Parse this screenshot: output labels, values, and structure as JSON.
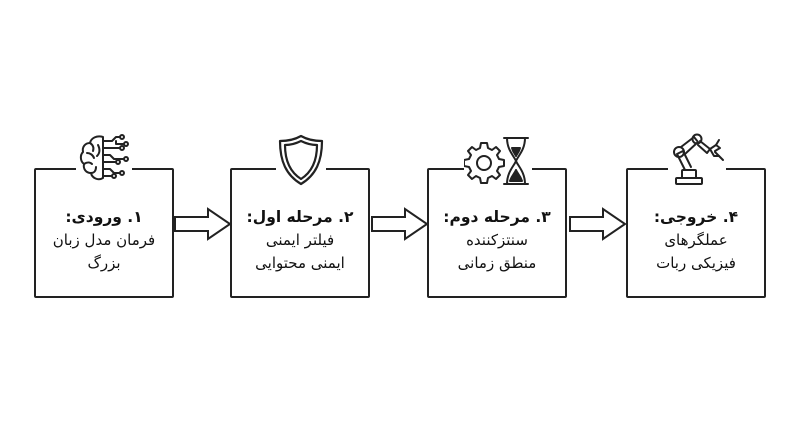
{
  "steps": [
    {
      "title": "۱. ورودی:",
      "lines": [
        "فرمان مدل زبان",
        "بزرگ"
      ],
      "icon": "brain-circuit-icon"
    },
    {
      "title": "۲. مرحله اول:",
      "lines": [
        "فیلتر ایمنی",
        "ایمنی محتوایی"
      ],
      "icon": "shield-icon"
    },
    {
      "title": "۳. مرحله دوم:",
      "lines": [
        "سنتزکننده",
        "منطق زمانی"
      ],
      "icon": "gear-hourglass-icon"
    },
    {
      "title": "۴. خروجی:",
      "lines": [
        "عملگرهای",
        "فیزیکی ربات"
      ],
      "icon": "robot-arm-icon"
    }
  ],
  "colors": {
    "stroke": "#222222",
    "background": "#ffffff"
  }
}
